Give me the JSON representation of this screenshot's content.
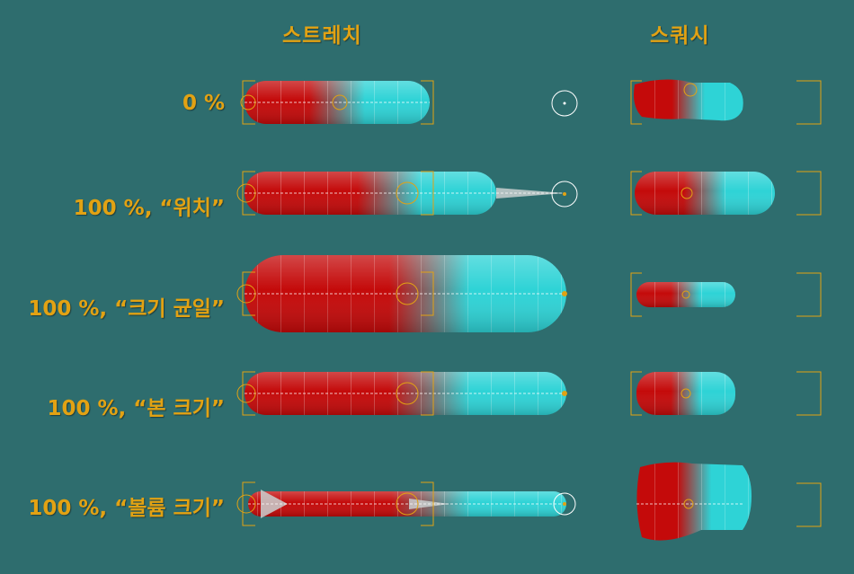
{
  "columns": {
    "stretch": "스트레치",
    "squash": "스쿼시"
  },
  "rows": [
    {
      "label": "0 %"
    },
    {
      "label": "100 %, “위치”"
    },
    {
      "label": "100 %, “크기 균일”"
    },
    {
      "label": "100 %, “본 크기”"
    },
    {
      "label": "100 %, “볼륨 크기”"
    }
  ],
  "colors": {
    "background": "#2e6d6e",
    "text": "#e2a213",
    "bone_red": "#c40a0a",
    "bone_cyan": "#2ed3d6",
    "mesh_line": "#ffffff",
    "bracket": "#e2a213",
    "helper_circle": "#ffffff"
  }
}
